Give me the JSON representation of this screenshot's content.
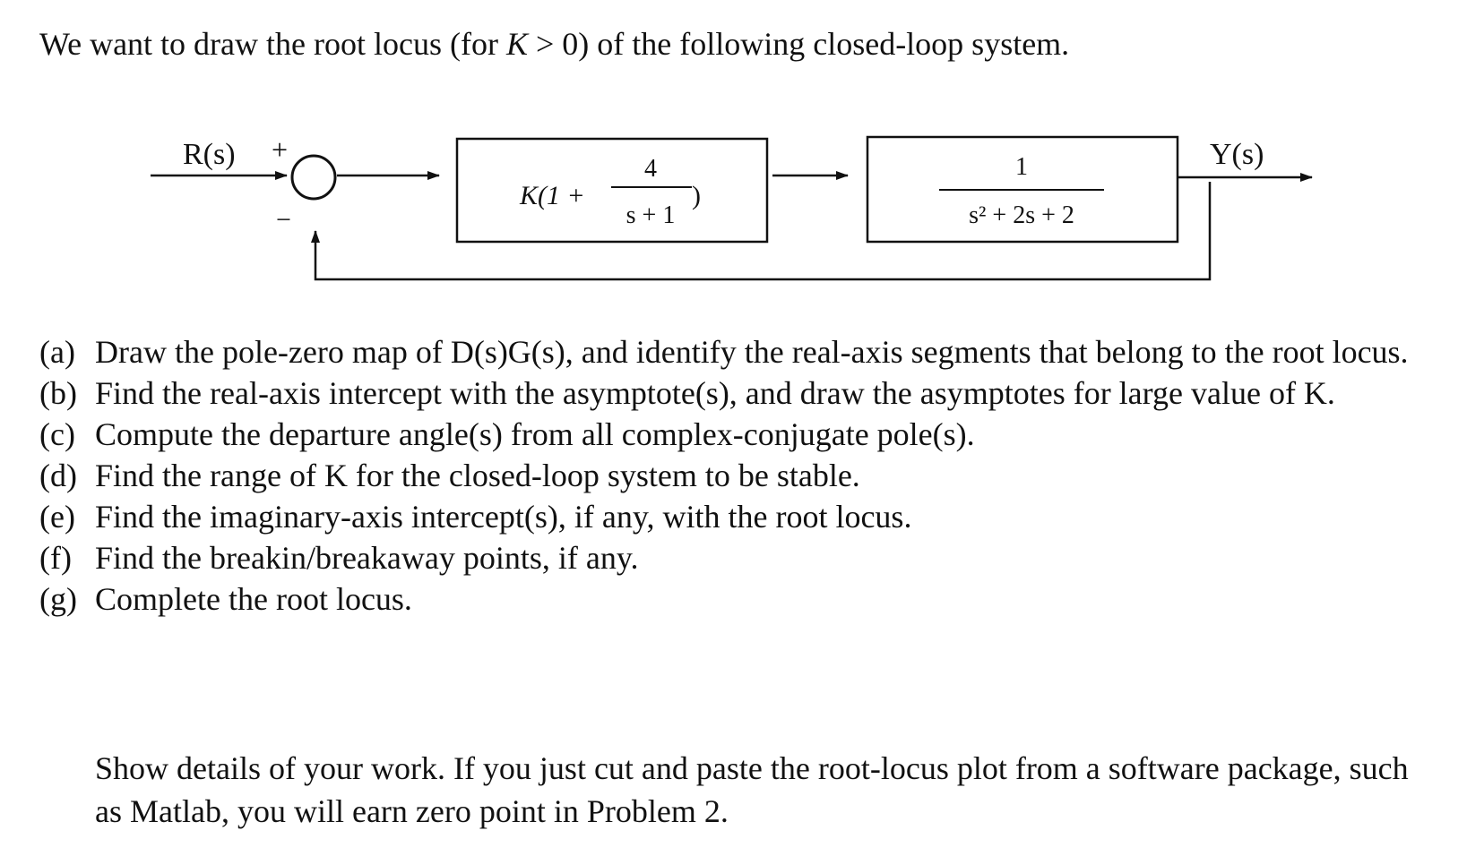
{
  "intro": {
    "before": "We want to draw the root locus (for ",
    "var": "K",
    "after": " > 0) of the following closed-loop system."
  },
  "diagram": {
    "input_label": "R(s)",
    "plus_sign": "+",
    "minus_sign": "−",
    "output_label": "Y(s)",
    "controller": {
      "prefix": "K(1 + ",
      "numerator": "4",
      "denominator": "s + 1",
      "suffix": ")"
    },
    "plant": {
      "numerator": "1",
      "denominator": "s² + 2s + 2"
    }
  },
  "parts": [
    {
      "label": "(a)",
      "text": "Draw the pole-zero map of D(s)G(s), and identify the real-axis segments that belong to the root locus."
    },
    {
      "label": "(b)",
      "text": "Find the real-axis intercept with the asymptote(s), and draw the asymptotes for large value of K."
    },
    {
      "label": "(c)",
      "text": "Compute the departure angle(s) from all complex-conjugate pole(s)."
    },
    {
      "label": "(d)",
      "text": "Find the range of K for the closed-loop system to be stable."
    },
    {
      "label": "(e)",
      "text": "Find the imaginary-axis intercept(s), if any, with the root locus."
    },
    {
      "label": "(f)",
      "text": "Find the breakin/breakaway points, if any."
    },
    {
      "label": "(g)",
      "text": "Complete the root locus."
    }
  ],
  "note": "Show details of your work.  If you just cut and paste the root-locus plot from a software package, such as Matlab, you will earn zero point in Problem 2."
}
